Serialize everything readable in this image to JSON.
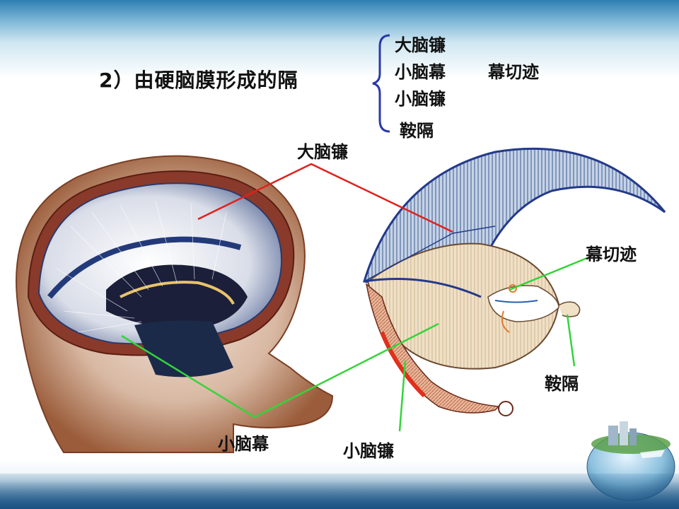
{
  "title": "2）由硬脑膜形成的隔",
  "tree": {
    "items": [
      "大脑镰",
      "小脑幕",
      "小脑镰",
      "鞍隔"
    ],
    "side_label": "幕切迹"
  },
  "labels": {
    "dazhao_lian": "大脑镰",
    "muqieji": "幕切迹",
    "angge": "鞍隔",
    "xiaonaomu": "小脑幕",
    "xiaonaolian": "小脑镰"
  },
  "colors": {
    "pointer_red": "#e0201c",
    "pointer_green": "#34d43a",
    "brace_blue": "#2a3aa8"
  }
}
